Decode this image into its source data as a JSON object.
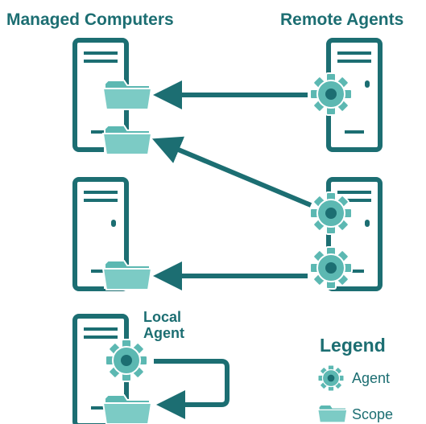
{
  "headers": {
    "managed": "Managed Computers",
    "remote": "Remote Agents"
  },
  "local_agent": {
    "line1": "Local",
    "line2": "Agent"
  },
  "legend": {
    "title": "Legend",
    "agent": "Agent",
    "scope": "Scope"
  },
  "icons": {
    "computer": "computer-tower-icon",
    "agent": "gear-icon",
    "scope": "folder-icon"
  },
  "colors": {
    "outline": "#1c6e72",
    "icon_fill": "#5cb8b2",
    "icon_fill_light": "#7ccbc5"
  }
}
